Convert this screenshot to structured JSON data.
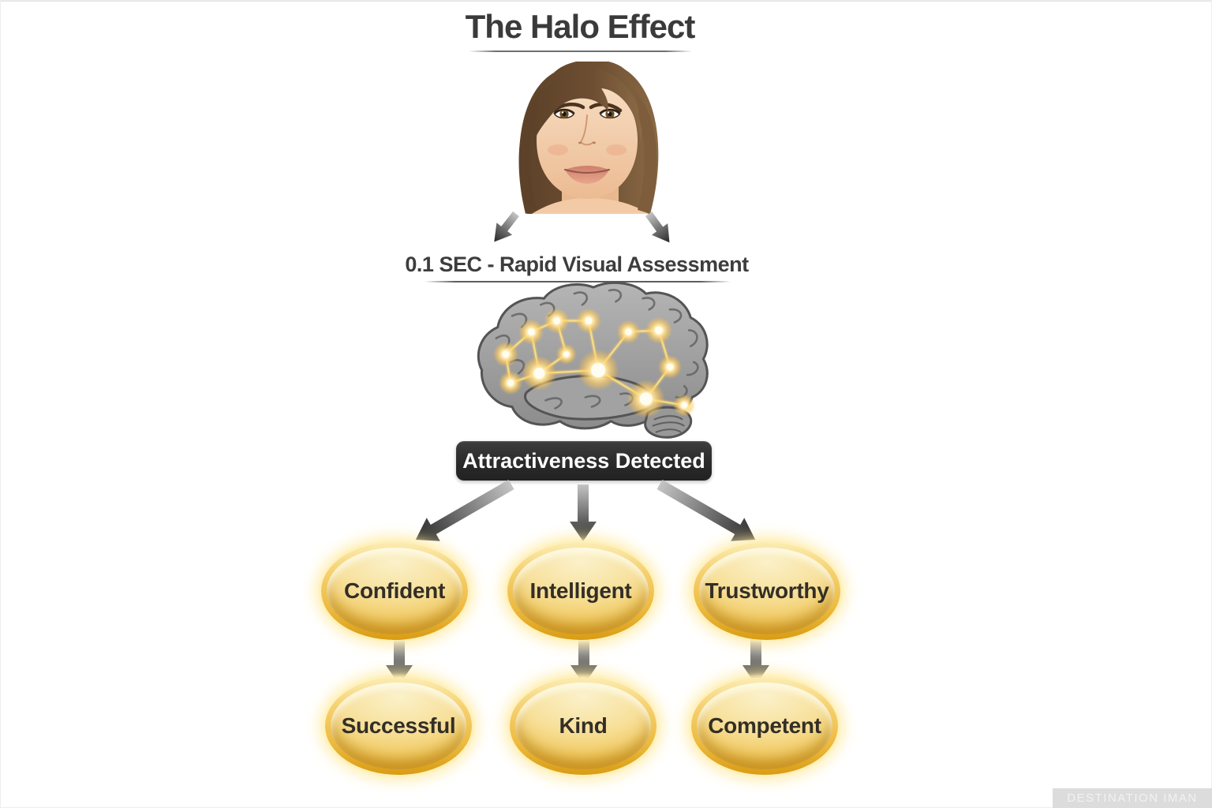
{
  "title": {
    "text": "The Halo Effect"
  },
  "assessment": {
    "label": "0.1 SEC - Rapid Visual Assessment"
  },
  "badge": {
    "label": "Attractiveness Detected"
  },
  "traits": {
    "row1": [
      "Confident",
      "Intelligent",
      "Trustworthy"
    ],
    "row2": [
      "Successful",
      "Kind",
      "Competent"
    ]
  },
  "watermark": {
    "text": "DESTINATION IMAN"
  },
  "colors": {
    "heading_text": "#3a3a3a",
    "badge_background": "#2a2a2a",
    "badge_text": "#ffffff",
    "arrow_dark": "#262626",
    "gold_ring": "#edba3e",
    "gold_glow": "#ffeca8",
    "orb_text": "#332e26",
    "brain_gray": "#9b9b9b",
    "neuron_glow": "#ffd878",
    "watermark_background": "#dcdcdc",
    "watermark_text": "#f2f2f2"
  }
}
